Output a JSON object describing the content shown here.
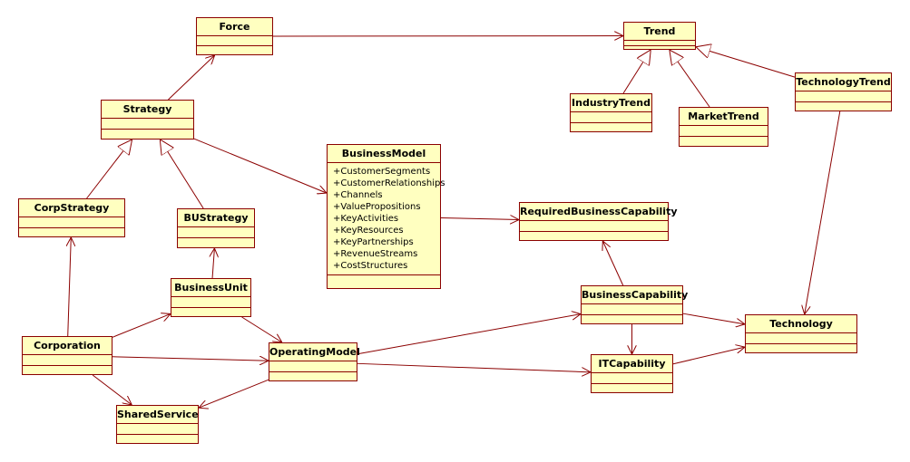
{
  "diagram": {
    "type": "uml-class-diagram",
    "line_color": "#8b0000",
    "fill_color": "#ffffc0",
    "classes": [
      {
        "id": "force",
        "name": "Force",
        "attributes": []
      },
      {
        "id": "trend",
        "name": "Trend",
        "attributes": []
      },
      {
        "id": "industry-trend",
        "name": "IndustryTrend",
        "attributes": []
      },
      {
        "id": "market-trend",
        "name": "MarketTrend",
        "attributes": []
      },
      {
        "id": "technology-trend",
        "name": "TechnologyTrend",
        "attributes": []
      },
      {
        "id": "strategy",
        "name": "Strategy",
        "attributes": []
      },
      {
        "id": "business-model",
        "name": "BusinessModel",
        "attributes": [
          "+CustomerSegments",
          "+CustomerRelationships",
          "+Channels",
          "+ValuePropositions",
          "+KeyActivities",
          "+KeyResources",
          "+KeyPartnerships",
          "+RevenueStreams",
          "+CostStructures"
        ]
      },
      {
        "id": "corp-strategy",
        "name": "CorpStrategy",
        "attributes": []
      },
      {
        "id": "bu-strategy",
        "name": "BUStrategy",
        "attributes": []
      },
      {
        "id": "required-business-capability",
        "name": "RequiredBusinessCapability",
        "attributes": []
      },
      {
        "id": "business-unit",
        "name": "BusinessUnit",
        "attributes": []
      },
      {
        "id": "business-capability",
        "name": "BusinessCapability",
        "attributes": []
      },
      {
        "id": "technology",
        "name": "Technology",
        "attributes": []
      },
      {
        "id": "corporation",
        "name": "Corporation",
        "attributes": []
      },
      {
        "id": "operating-model",
        "name": "OperatingModel",
        "attributes": []
      },
      {
        "id": "it-capability",
        "name": "ITCapability",
        "attributes": []
      },
      {
        "id": "shared-service",
        "name": "SharedService",
        "attributes": []
      }
    ],
    "relations": [
      {
        "from": "force",
        "to": "trend",
        "kind": "association"
      },
      {
        "from": "industry-trend",
        "to": "trend",
        "kind": "generalization"
      },
      {
        "from": "market-trend",
        "to": "trend",
        "kind": "generalization"
      },
      {
        "from": "technology-trend",
        "to": "trend",
        "kind": "generalization"
      },
      {
        "from": "strategy",
        "to": "force",
        "kind": "association"
      },
      {
        "from": "corp-strategy",
        "to": "strategy",
        "kind": "generalization"
      },
      {
        "from": "bu-strategy",
        "to": "strategy",
        "kind": "generalization"
      },
      {
        "from": "strategy",
        "to": "business-model",
        "kind": "association"
      },
      {
        "from": "business-model",
        "to": "required-business-capability",
        "kind": "association"
      },
      {
        "from": "technology-trend",
        "to": "technology",
        "kind": "association"
      },
      {
        "from": "business-unit",
        "to": "bu-strategy",
        "kind": "association"
      },
      {
        "from": "corporation",
        "to": "corp-strategy",
        "kind": "association"
      },
      {
        "from": "corporation",
        "to": "business-unit",
        "kind": "association"
      },
      {
        "from": "business-unit",
        "to": "operating-model",
        "kind": "association"
      },
      {
        "from": "corporation",
        "to": "operating-model",
        "kind": "association"
      },
      {
        "from": "corporation",
        "to": "shared-service",
        "kind": "association"
      },
      {
        "from": "operating-model",
        "to": "shared-service",
        "kind": "association"
      },
      {
        "from": "operating-model",
        "to": "business-capability",
        "kind": "association"
      },
      {
        "from": "operating-model",
        "to": "it-capability",
        "kind": "association"
      },
      {
        "from": "business-capability",
        "to": "required-business-capability",
        "kind": "association"
      },
      {
        "from": "business-capability",
        "to": "technology",
        "kind": "association"
      },
      {
        "from": "business-capability",
        "to": "it-capability",
        "kind": "association"
      },
      {
        "from": "it-capability",
        "to": "technology",
        "kind": "association"
      }
    ]
  }
}
